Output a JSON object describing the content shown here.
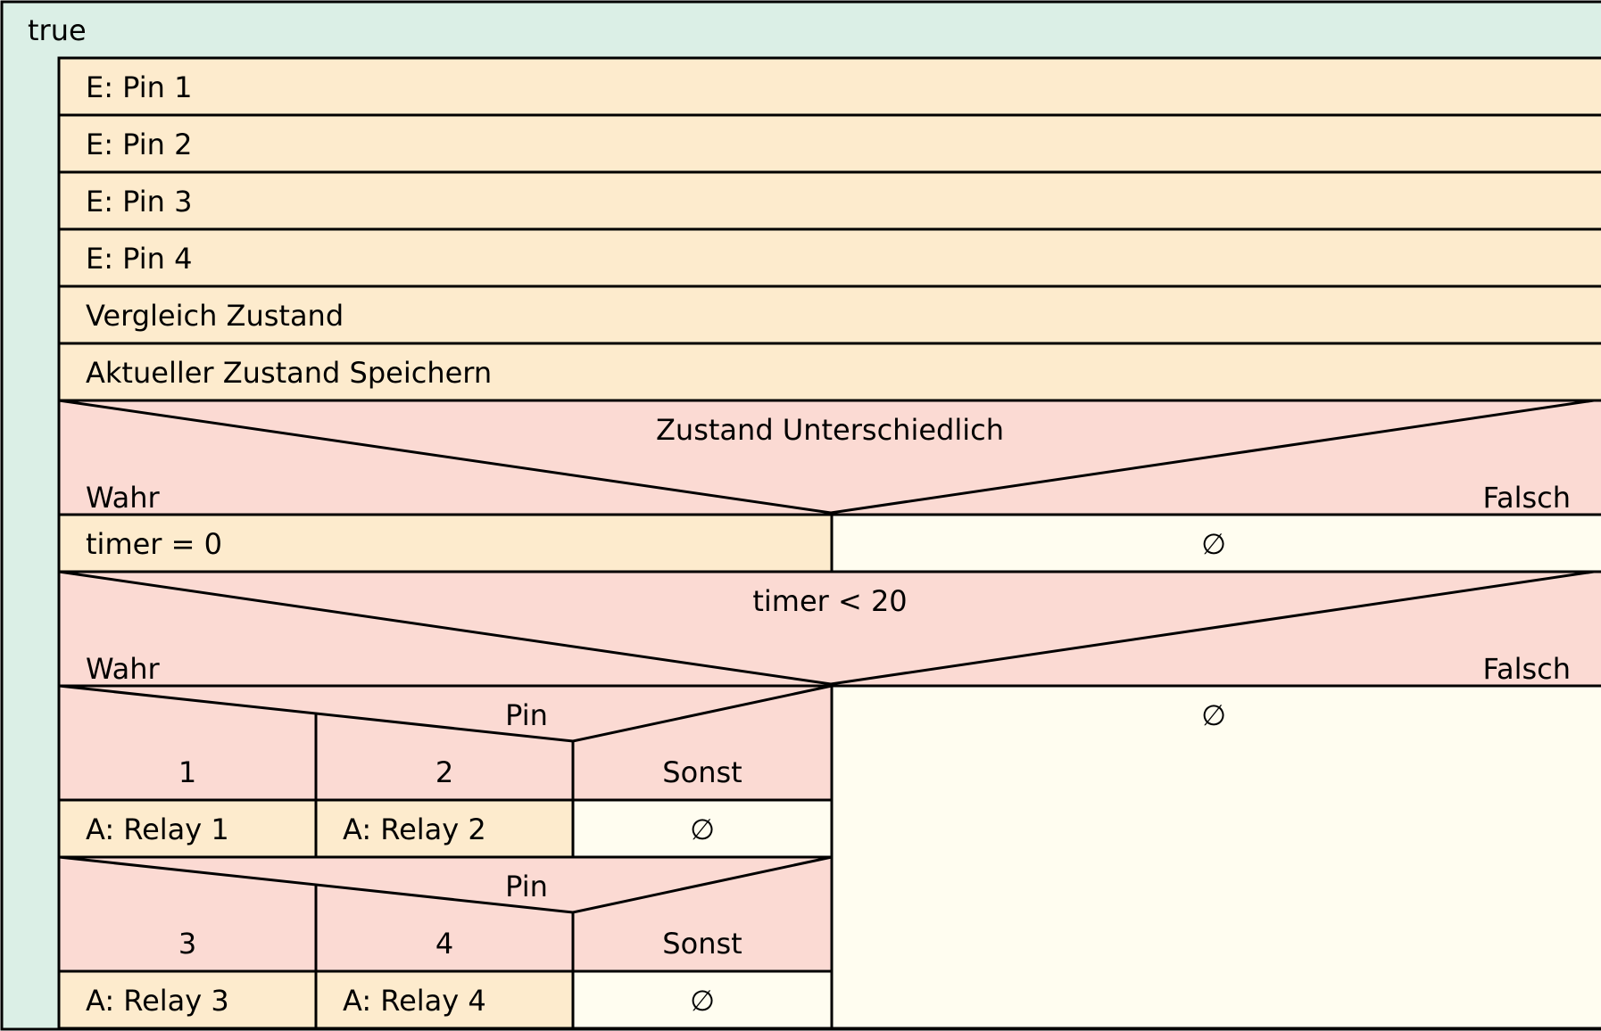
{
  "colors": {
    "loop": "#dbefe6",
    "instruction": "#fdebcd",
    "condition": "#fbdad3",
    "empty": "#fffdf0",
    "stroke": "#000000"
  },
  "loop": {
    "condition": "true"
  },
  "instructions": {
    "pin1": "E: Pin 1",
    "pin2": "E: Pin 2",
    "pin3": "E: Pin 3",
    "pin4": "E: Pin 4",
    "compare": "Vergleich Zustand",
    "save": "Aktueller Zustand Speichern"
  },
  "branch1": {
    "condition": "Zustand Unterschiedlich",
    "true_label": "Wahr",
    "false_label": "Falsch",
    "true_action": "timer = 0",
    "false_action": "∅"
  },
  "branch2": {
    "condition": "timer < 20",
    "true_label": "Wahr",
    "false_label": "Falsch",
    "false_action": "∅"
  },
  "case1": {
    "selector": "Pin",
    "cases": [
      "1",
      "2",
      "Sonst"
    ],
    "actions": [
      "A: Relay 1",
      "A: Relay 2",
      "∅"
    ]
  },
  "case2": {
    "selector": "Pin",
    "cases": [
      "3",
      "4",
      "Sonst"
    ],
    "actions": [
      "A: Relay 3",
      "A: Relay 4",
      "∅"
    ]
  }
}
